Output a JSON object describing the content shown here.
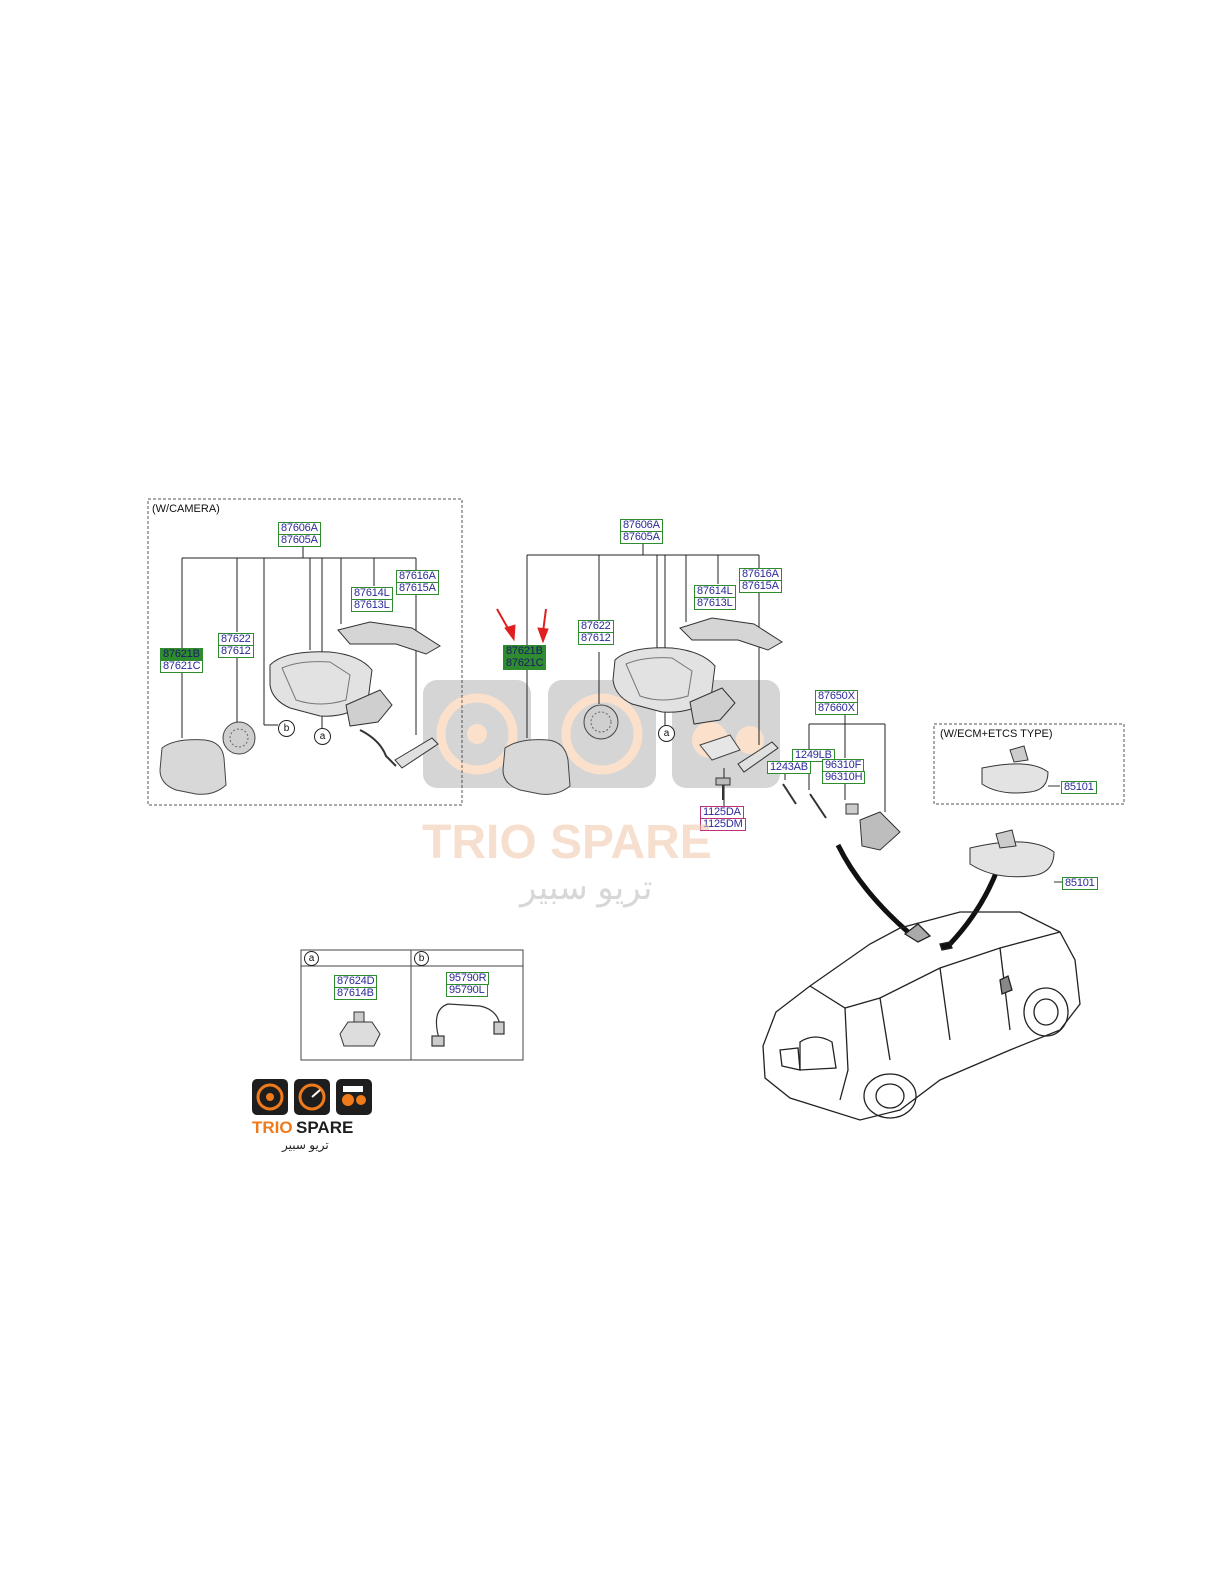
{
  "captions": {
    "camera": "(W/CAMERA)",
    "ecm": "(W/ECM+ETCS TYPE)"
  },
  "left_group": {
    "top_a": "87606A",
    "top_b": "87605A",
    "glass_a": "87621B",
    "glass_b": "87621C",
    "actuator_a": "87622",
    "actuator_b": "87612",
    "cover_a": "87614L",
    "cover_b": "87613L",
    "lamp_a": "87616A",
    "lamp_b": "87615A"
  },
  "center_group": {
    "top_a": "87606A",
    "top_b": "87605A",
    "glass_a": "87621B",
    "glass_b": "87621C",
    "actuator_a": "87622",
    "actuator_b": "87612",
    "cover_a": "87614L",
    "cover_b": "87613L",
    "lamp_a": "87616A",
    "lamp_b": "87615A",
    "screw_a": "1125DA",
    "screw_b": "1125DM"
  },
  "antenna_group": {
    "top_a": "87650X",
    "top_b": "87660X",
    "bolt_a": "1249LB",
    "bolt_b": "1243AB",
    "antenna_a": "96310F",
    "antenna_b": "96310H"
  },
  "rear_mirror": {
    "ecm_part": "85101",
    "part": "85101"
  },
  "legend": {
    "a_key": "a",
    "b_key": "b",
    "a_part_1": "87624D",
    "a_part_2": "87614B",
    "b_part_1": "95790R",
    "b_part_2": "95790L"
  },
  "callouts": {
    "a": "a",
    "b": "b"
  },
  "watermark": {
    "brand": "TRIO SPARE",
    "arabic": "تريو سبير"
  },
  "logo": {
    "brand_1": "TRIO",
    "brand_2": " SPARE",
    "arabic": "تريو سبير"
  },
  "colors": {
    "label_border": "#2e8b2e",
    "label_text": "#2a2a9a",
    "highlight": "#2e8b2e",
    "arrow": "#e02020",
    "logo_orange": "#f07a1a",
    "logo_dark": "#1e1e1e"
  }
}
